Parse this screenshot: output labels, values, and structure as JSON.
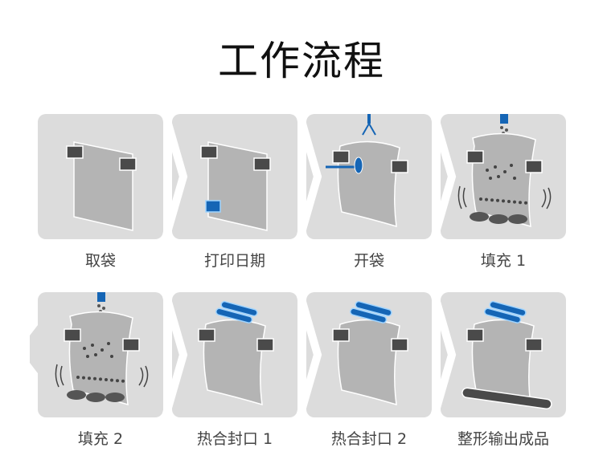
{
  "title": "工作流程",
  "steps": [
    {
      "label": "取袋",
      "icon": "flat-bag-icon"
    },
    {
      "label": "打印日期",
      "icon": "print-date-icon"
    },
    {
      "label": "开袋",
      "icon": "open-bag-icon"
    },
    {
      "label": "填充 1",
      "icon": "fill-bag-icon"
    },
    {
      "label": "填充 2",
      "icon": "fill-bag-icon"
    },
    {
      "label": "热合封口 1",
      "icon": "heat-seal-icon"
    },
    {
      "label": "热合封口 2",
      "icon": "heat-seal-icon"
    },
    {
      "label": "整形输出成品",
      "icon": "conveyor-output-icon"
    }
  ],
  "colors": {
    "card": "#dcdcdc",
    "bag": "#b4b4b4",
    "clamp": "#4a4a4a",
    "accent": "#1565b5"
  }
}
